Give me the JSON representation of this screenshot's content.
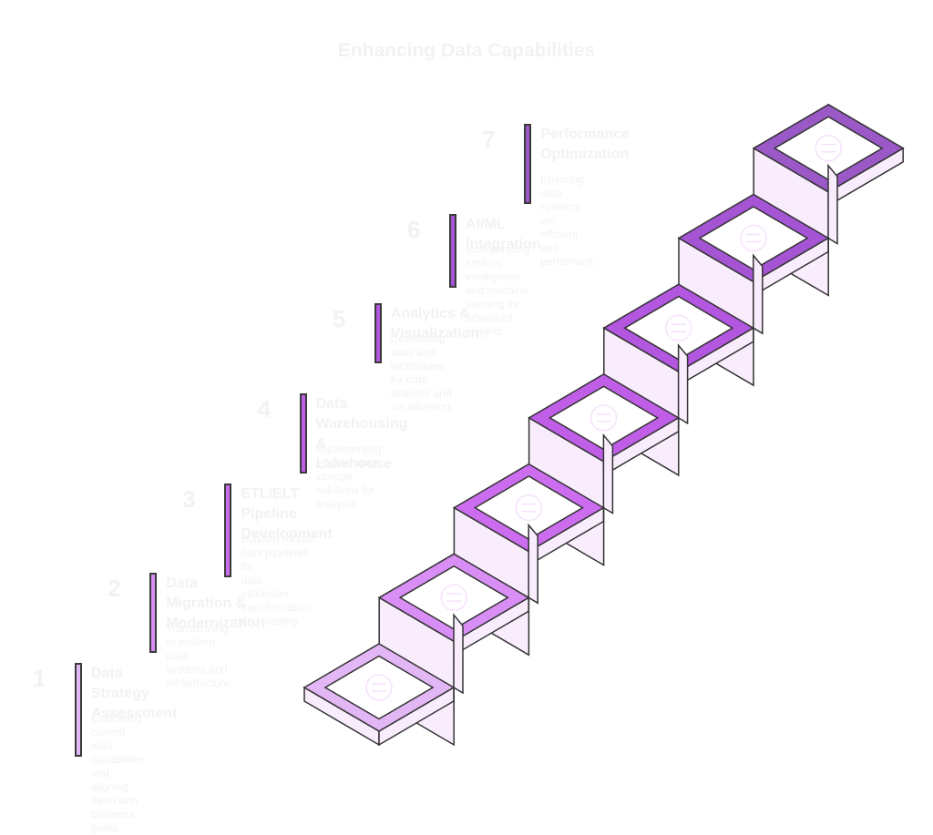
{
  "title": "Enhancing Data Capabilities",
  "steps": [
    {
      "num": "1",
      "title": "Data Strategy Assessment",
      "title_lines": [
        "Data Strategy",
        "Assessment"
      ],
      "desc_lines": [
        "Evaluating current data capabilities",
        "and aligning them with business",
        "goals."
      ],
      "icon": "table-search-icon",
      "color": "#e3b6f5"
    },
    {
      "num": "2",
      "title": "Data Migration & Modernization",
      "title_lines": [
        "Data Migration &",
        "Modernization"
      ],
      "desc_lines": [
        "Transitioning to modern data",
        "systems and infrastructure."
      ],
      "icon": "crane-construction-icon",
      "color": "#d98ef5"
    },
    {
      "num": "3",
      "title": "ETL/ELT Pipeline Development",
      "title_lines": [
        "ETL/ELT Pipeline",
        "Development"
      ],
      "desc_lines": [
        "Building robust data pipelines for",
        "data extraction, transformation,",
        "and loading."
      ],
      "icon": "pipe-icon",
      "color": "#cc6df0"
    },
    {
      "num": "4",
      "title": "Data Warehousing & Lakehouse",
      "title_lines": [
        "Data Warehousing &",
        "Lakehouse"
      ],
      "desc_lines": [
        "Implementing efficient data",
        "storage solutions for analysis."
      ],
      "icon": "database-lake-icon",
      "color": "#c05ee8"
    },
    {
      "num": "5",
      "title": "Analytics & Visualization",
      "title_lines": [
        "Analytics & Visualization"
      ],
      "desc_lines": [
        "Developing tools and techniques",
        "for data analysis and visualization."
      ],
      "icon": "chart-grid-icon",
      "color": "#b356e0"
    },
    {
      "num": "6",
      "title": "AI/ML Integration",
      "title_lines": [
        "AI/ML Integration"
      ],
      "desc_lines": [
        "Incorporating artificial intelligence",
        "and machine learning for advanced",
        "insights."
      ],
      "icon": "brain-robot-icon",
      "color": "#a554d4"
    },
    {
      "num": "7",
      "title": "Performance Optimization",
      "title_lines": [
        "Performance",
        "Optimization"
      ],
      "desc_lines": [
        "Ensuring data systems are efficient",
        "and performant."
      ],
      "icon": "speedometer-icon",
      "color": "#9b59c8"
    }
  ],
  "colors": {
    "outline": "#333333",
    "riser": "#f8ecfd",
    "text_faint": "#f2f2f2",
    "icon_tint": "#f5e2fb"
  }
}
